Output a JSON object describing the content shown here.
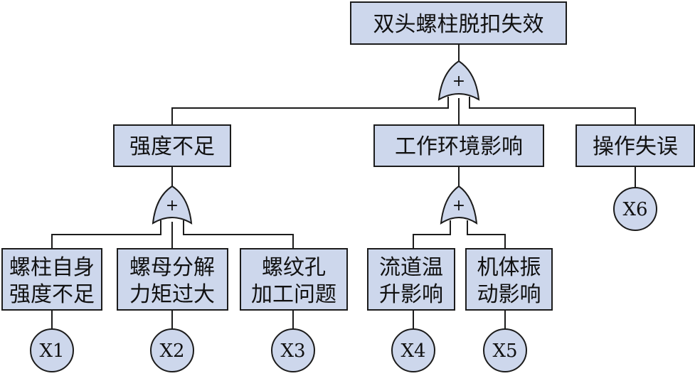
{
  "top_event": {
    "label": "双头螺柱脱扣失效"
  },
  "gates": {
    "top": {
      "symbol": "+"
    },
    "strength": {
      "symbol": "+"
    },
    "environment": {
      "symbol": "+"
    }
  },
  "middle_events": {
    "strength": {
      "label": "强度不足"
    },
    "environment": {
      "label": "工作环境影响"
    },
    "operation": {
      "label": "操作失误"
    }
  },
  "bottom_events": {
    "e1": {
      "lines": [
        "螺柱自身",
        "强度不足"
      ]
    },
    "e2": {
      "lines": [
        "螺母分解",
        "力矩过大"
      ]
    },
    "e3": {
      "lines": [
        "螺纹孔",
        "加工问题"
      ]
    },
    "e4": {
      "lines": [
        "流道温",
        "升影响"
      ]
    },
    "e5": {
      "lines": [
        "机体振",
        "动影响"
      ]
    }
  },
  "basic_events": {
    "x1": "X1",
    "x2": "X2",
    "x3": "X3",
    "x4": "X4",
    "x5": "X5",
    "x6": "X6"
  },
  "colors": {
    "box_fill": "#cdd7ec",
    "line": "#1c1c1c"
  }
}
